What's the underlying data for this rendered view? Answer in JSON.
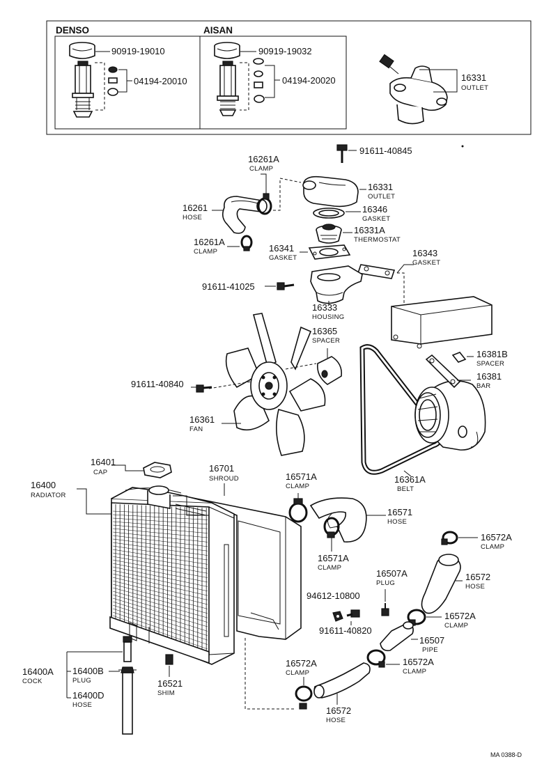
{
  "inset": {
    "denso_title": "DENSO",
    "aisan_title": "AISAN",
    "denso_cap": "90919-19010",
    "denso_kit": "04194-20010",
    "aisan_cap": "90919-19032",
    "aisan_kit": "04194-20020",
    "outlet_no": "16331",
    "outlet_name": "OUTLET"
  },
  "callouts": {
    "bolt_top_no": "91611-40845",
    "clamp_a_no": "16261A",
    "clamp_a_name": "CLAMP",
    "outlet_no": "16331",
    "outlet_name": "OUTLET",
    "hose_no": "16261",
    "hose_name": "HOSE",
    "gasket1_no": "16346",
    "gasket1_name": "GASKET",
    "thermo_no": "16331A",
    "thermo_name": "THERMOSTAT",
    "clamp_b_no": "16261A",
    "clamp_b_name": "CLAMP",
    "gasket2_no": "16341",
    "gasket2_name": "GASKET",
    "gasket3_no": "16343",
    "gasket3_name": "GASKET",
    "bolt_housing_no": "91611-41025",
    "housing_no": "16333",
    "housing_name": "HOUSING",
    "spacer_no": "16365",
    "spacer_name": "SPACER",
    "spacer2_no": "16381B",
    "spacer2_name": "SPACER",
    "bar_no": "16381",
    "bar_name": "BAR",
    "bolt_fan_no": "91611-40840",
    "fan_no": "16361",
    "fan_name": "FAN",
    "belt_no": "16361A",
    "belt_name": "BELT",
    "cap_no": "16401",
    "cap_name": "CAP",
    "shroud_no": "16701",
    "shroud_name": "SHROUD",
    "radiator_no": "16400",
    "radiator_name": "RADIATOR",
    "clamp_c_no": "16571A",
    "clamp_c_name": "CLAMP",
    "hose2_no": "16571",
    "hose2_name": "HOSE",
    "clamp_d_no": "16571A",
    "clamp_d_name": "CLAMP",
    "clamp_e_no": "16572A",
    "clamp_e_name": "CLAMP",
    "plug_no": "16507A",
    "plug_name": "PLUG",
    "hose3_no": "16572",
    "hose3_name": "HOSE",
    "nut_no": "94612-10800",
    "clamp_f_no": "16572A",
    "clamp_f_name": "CLAMP",
    "bolt_pipe_no": "91611-40820",
    "pipe_no": "16507",
    "pipe_name": "PIPE",
    "cock_no": "16400A",
    "cock_name": "COCK",
    "plug2_no": "16400B",
    "plug2_name": "PLUG",
    "hose4_no": "16400D",
    "hose4_name": "HOSE",
    "shim_no": "16521",
    "shim_name": "SHIM",
    "clamp_g_no": "16572A",
    "clamp_g_name": "CLAMP",
    "clamp_h_no": "16572A",
    "clamp_h_name": "CLAMP",
    "hose5_no": "16572",
    "hose5_name": "HOSE"
  },
  "reference": "MA 0388-D"
}
